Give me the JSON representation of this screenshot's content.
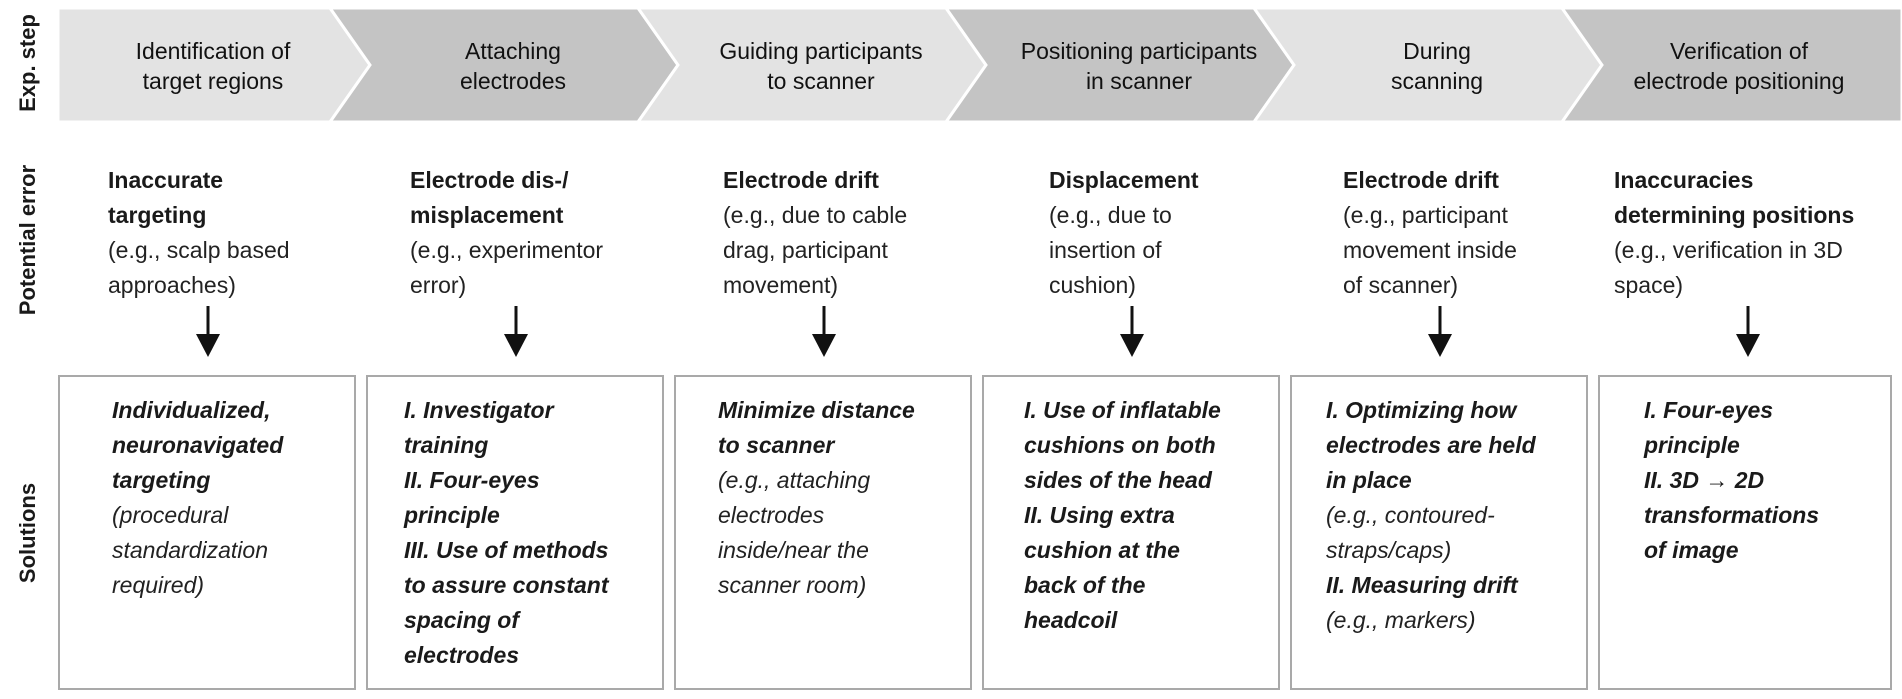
{
  "row_labels": {
    "exp_step": "Exp. step",
    "potential_error": "Potential error",
    "solutions": "Solutions"
  },
  "steps": [
    {
      "label": "Identification of\ntarget regions",
      "shade": "light"
    },
    {
      "label": "Attaching\nelectrodes",
      "shade": "dark"
    },
    {
      "label": "Guiding participants\nto scanner",
      "shade": "light"
    },
    {
      "label": "Positioning participants\nin scanner",
      "shade": "dark"
    },
    {
      "label": "During\nscanning",
      "shade": "light"
    },
    {
      "label": "Verification of\nelectrode positioning",
      "shade": "dark"
    }
  ],
  "errors": [
    {
      "heading": "Inaccurate\ntargeting",
      "detail": "(e.g., scalp based\napproaches)"
    },
    {
      "heading": "Electrode dis-/\nmisplacement",
      "detail": "(e.g., experimentor\nerror)"
    },
    {
      "heading": "Electrode drift",
      "detail": "(e.g., due to cable\ndrag, participant\nmovement)"
    },
    {
      "heading": "Displacement",
      "detail": "(e.g., due to\ninsertion of\ncushion)"
    },
    {
      "heading": "Electrode drift",
      "detail": "(e.g., participant\nmovement inside\nof scanner)"
    },
    {
      "heading": "Inaccuracies\ndetermining positions",
      "detail": "(e.g., verification in 3D\nspace)"
    }
  ],
  "solutions": [
    {
      "lines": [
        {
          "text": "Individualized,\nneuronavigated\ntargeting",
          "bold": true
        },
        {
          "text": "(procedural\nstandardization\nrequired)",
          "bold": false
        }
      ]
    },
    {
      "lines": [
        {
          "text": "I. Investigator\ntraining\nII. Four-eyes\nprinciple\nIII. Use of methods\nto assure constant\nspacing of\nelectrodes",
          "bold": true
        }
      ]
    },
    {
      "lines": [
        {
          "text": "Minimize distance\nto scanner",
          "bold": true
        },
        {
          "text": "(e.g., attaching\nelectrodes\ninside/near the\nscanner room)",
          "bold": false
        }
      ]
    },
    {
      "lines": [
        {
          "text": "I. Use of inflatable\ncushions on both\nsides of the head\nII. Using extra\ncushion at the\nback of the\nheadcoil",
          "bold": true
        }
      ]
    },
    {
      "lines": [
        {
          "text": "I. Optimizing how\nelectrodes are held\nin place",
          "bold": true
        },
        {
          "text": "(e.g., contoured-\nstraps/caps)",
          "bold": false
        },
        {
          "text": "II. Measuring drift",
          "bold": true
        },
        {
          "text": "(e.g., markers)",
          "bold": false
        }
      ]
    },
    {
      "lines": [
        {
          "text": "I. Four-eyes\nprinciple\nII. 3D → 2D\ntransformations\nof image",
          "bold": true
        }
      ]
    }
  ],
  "colors": {
    "chevron_light": "#e3e3e3",
    "chevron_dark": "#c4c4c4",
    "box_border": "#a9a9a9",
    "arrow": "#111111"
  }
}
